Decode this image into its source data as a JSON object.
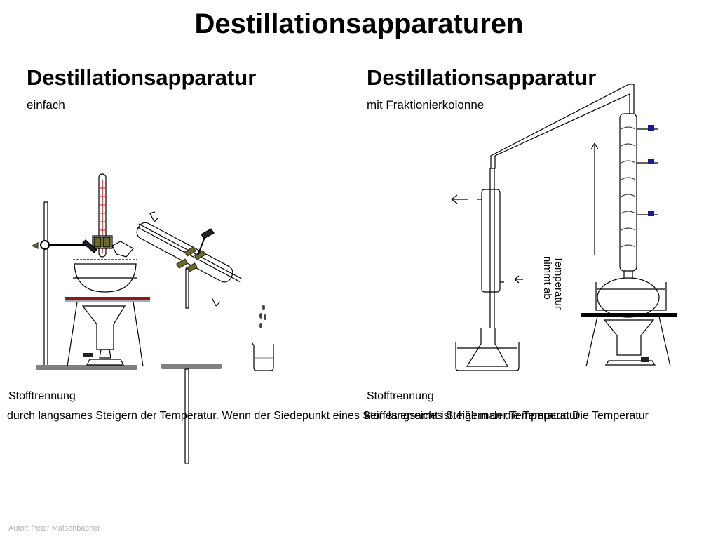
{
  "slide": {
    "title": "Destillationsapparaturen"
  },
  "left_panel": {
    "title": "Destillationsapparatur",
    "subtitle": "einfach",
    "caption_heading": "Stofftrennung",
    "caption_text": "durch langsames Steigern der Temperatur. Wenn der Siedepunkt eines Stoffes erreicht ist, hält man die Temperatur"
  },
  "right_panel": {
    "title": "Destillationsapparatur",
    "subtitle": "mit Fraktionierkolonne",
    "caption_heading": "Stofftrennung",
    "caption_text": "kein langsames Steigern der Temperatur. Die Temperatur",
    "vertical_label_line1": "Temperatur",
    "vertical_label_line2": "nimmt ab"
  },
  "footer": {
    "author": "Autor: Peter Maisenbacher"
  },
  "colors": {
    "thermometer_red": "#cc1111",
    "heating_plate": "#8b1a1a",
    "clamp_olive": "#6b6b1e",
    "stopcock_blue": "#1a1a8c",
    "author_gray": "#b4b4b4"
  }
}
